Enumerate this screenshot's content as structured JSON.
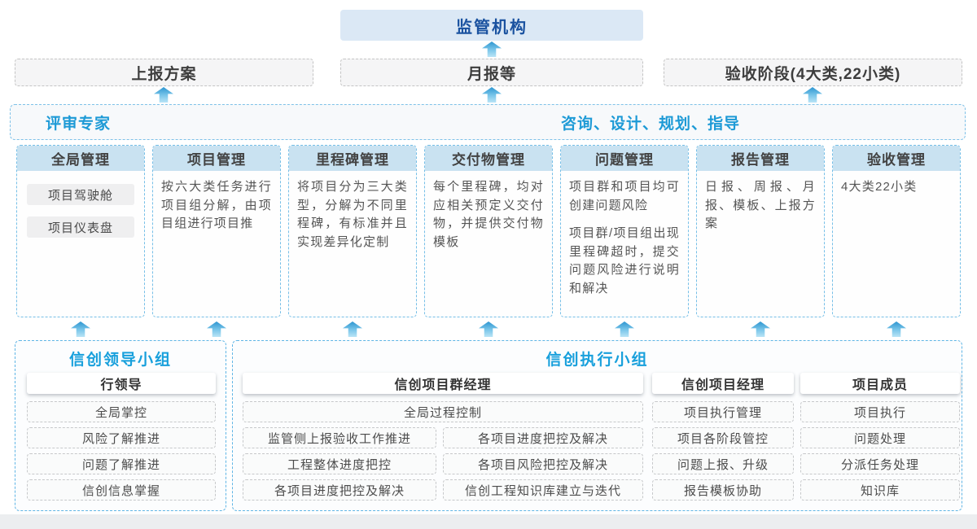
{
  "top_box": {
    "label": "监管机构"
  },
  "row2": {
    "report_plan": "上报方案",
    "monthly_report": "月报等",
    "acceptance_stage": "验收阶段(4大类,22小类)"
  },
  "strip": {
    "left_label": "评审专家",
    "right_label": "咨询、设计、规划、指导"
  },
  "columns": [
    {
      "title": "全局管理",
      "boxes": [
        "项目驾驶舱",
        "项目仪表盘"
      ]
    },
    {
      "title": "项目管理",
      "paragraphs": [
        "按六大类任务进行项目组分解，由项目组进行项目推"
      ]
    },
    {
      "title": "里程碑管理",
      "paragraphs": [
        "将项目分为三大类型，分解为不同里程碑，有标准并且实现差异化定制"
      ]
    },
    {
      "title": "交付物管理",
      "paragraphs": [
        "每个里程碑，均对应相关预定义交付物，并提供交付物模板"
      ]
    },
    {
      "title": "问题管理",
      "paragraphs": [
        "项目群和项目均可创建问题风险",
        "项目群/项目组出现里程碑超时，提交问题风险进行说明和解决"
      ]
    },
    {
      "title": "报告管理",
      "paragraphs": [
        "日报、周报、月报、模板、上报方案"
      ]
    },
    {
      "title": "验收管理",
      "paragraphs": [
        "4大类22小类"
      ]
    }
  ],
  "leader_group": {
    "title": "信创领导小组",
    "role": "行领导",
    "items": [
      "全局掌控",
      "风险了解推进",
      "问题了解推进",
      "信创信息掌握"
    ]
  },
  "exec_group": {
    "title": "信创执行小组",
    "program_manager": {
      "role": "信创项目群经理",
      "full_item": "全局过程控制",
      "left_items": [
        "监管侧上报验收工作推进",
        "工程整体进度把控",
        "各项目进度把控及解决"
      ],
      "right_items": [
        "各项目进度把控及解决",
        "各项目风险把控及解决",
        "信创工程知识库建立与迭代"
      ]
    },
    "project_manager": {
      "role": "信创项目经理",
      "items": [
        "项目执行管理",
        "项目各阶段管控",
        "问题上报、升级",
        "报告模板协助"
      ]
    },
    "member": {
      "role": "项目成员",
      "items": [
        "项目执行",
        "问题处理",
        "分派任务处理",
        "知识库"
      ]
    }
  },
  "colors": {
    "accent_blue": "#1d9ad6",
    "dark_blue_text": "#1a52a0",
    "top_box_bg": "#dbe8f5",
    "column_header_bg": "#c9e2f1",
    "dashed_blue_border": "#5fb5e5",
    "arrow_gradient_top": "#2d95d1",
    "arrow_gradient_bottom": "#b9e4f6"
  }
}
